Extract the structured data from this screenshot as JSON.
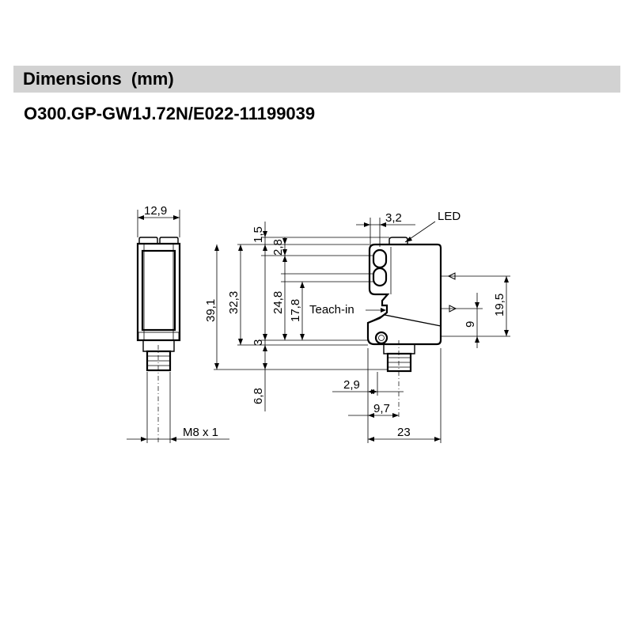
{
  "header": {
    "title": "Dimensions  (mm)"
  },
  "model": "O300.GP-GW1J.72N/E022-11199039",
  "dimensions": {
    "width_front": "12,9",
    "offset_top": "1,5",
    "lens_top": "2,8",
    "height_total": "39,1",
    "height_body": "32,3",
    "lens_span": "24,8",
    "teach_span": "17,8",
    "base_step": "3",
    "connector_len": "6,8",
    "led_offset": "3,2",
    "axis_offset": "19,5",
    "axis_small": "9",
    "conn_offset": "2,9",
    "conn_pos": "9,7",
    "depth": "23",
    "thread": "M8 x 1"
  },
  "callouts": {
    "led": "LED",
    "teach": "Teach-in"
  }
}
